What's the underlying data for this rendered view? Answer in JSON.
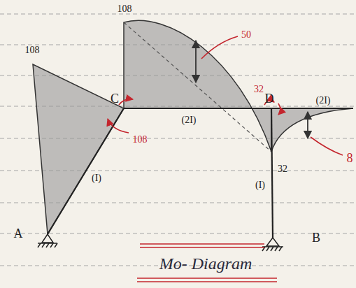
{
  "diagram": {
    "caption": "Mo- Diagram",
    "labels": [
      "108",
      "108",
      "50",
      "C",
      "108",
      "32",
      "D",
      "(2I)",
      "(2I)",
      "8",
      "32",
      "(I)",
      "(I)",
      "A",
      "B"
    ]
  }
}
